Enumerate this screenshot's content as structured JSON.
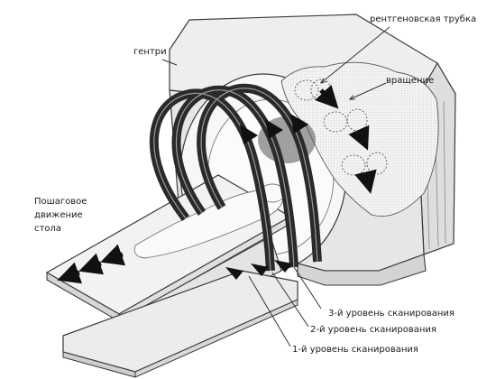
{
  "labels": {
    "gantry": "гентри",
    "xray_tube": "рентгеновская трубка",
    "rotation": "вращение",
    "table_line1": "Пошаговое",
    "table_line2": "движение",
    "table_line3": "стола",
    "level3": "3-й уровень сканирования",
    "level2": "2-й уровень сканирования",
    "level1": "1-й уровень сканирования"
  },
  "colors": {
    "background": "#ffffff",
    "outline": "#3a3a3a",
    "gantry_fill": "#ececec",
    "gantry_shade": "#d4d4d4",
    "rotation_band": "#2a2a2a",
    "arrow": "#111111"
  }
}
